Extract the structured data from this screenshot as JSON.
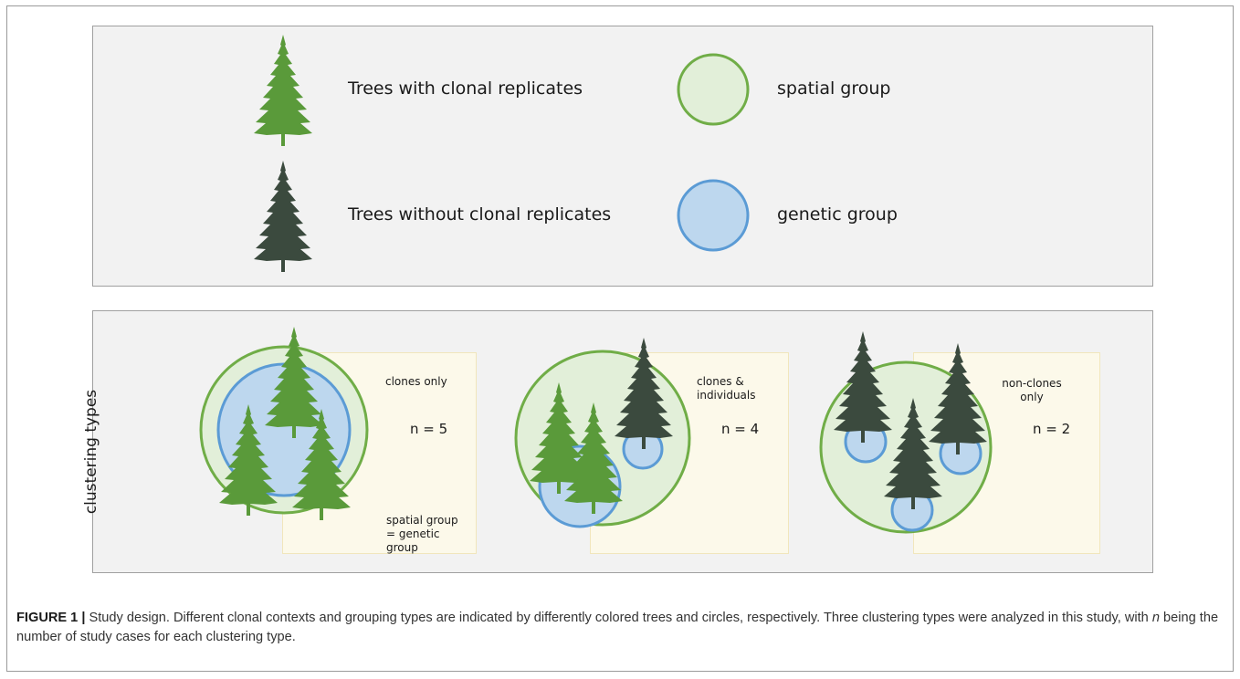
{
  "legend": {
    "clonal_tree": "Trees with clonal replicates",
    "nonclonal_tree": "Trees without clonal replicates",
    "spatial_group": "spatial group",
    "genetic_group": "genetic group"
  },
  "clustering": {
    "axis_label": "clustering types",
    "types": [
      {
        "label": "clones only",
        "n": "n = 5",
        "note": "spatial group = genetic group"
      },
      {
        "label": "clones & individuals",
        "n": "n = 4"
      },
      {
        "label": "non-clones only",
        "n": "n = 2"
      }
    ]
  },
  "caption": {
    "figure_label": "FIGURE 1 |",
    "text_before_n": " Study design. Different clonal contexts and grouping types are indicated by differently colored trees and circles, respectively. Three clustering types were analyzed in this study, with ",
    "n_symbol": "n",
    "text_after_n": " being the number of study cases for each clustering type."
  },
  "colors": {
    "clonal_tree": "#5a9a3a",
    "nonclonal_tree": "#3b4a3e",
    "spatial_fill": "#e2efd9",
    "spatial_stroke": "#70ad47",
    "genetic_fill": "#bdd7ee",
    "genetic_stroke": "#5b9bd5"
  }
}
